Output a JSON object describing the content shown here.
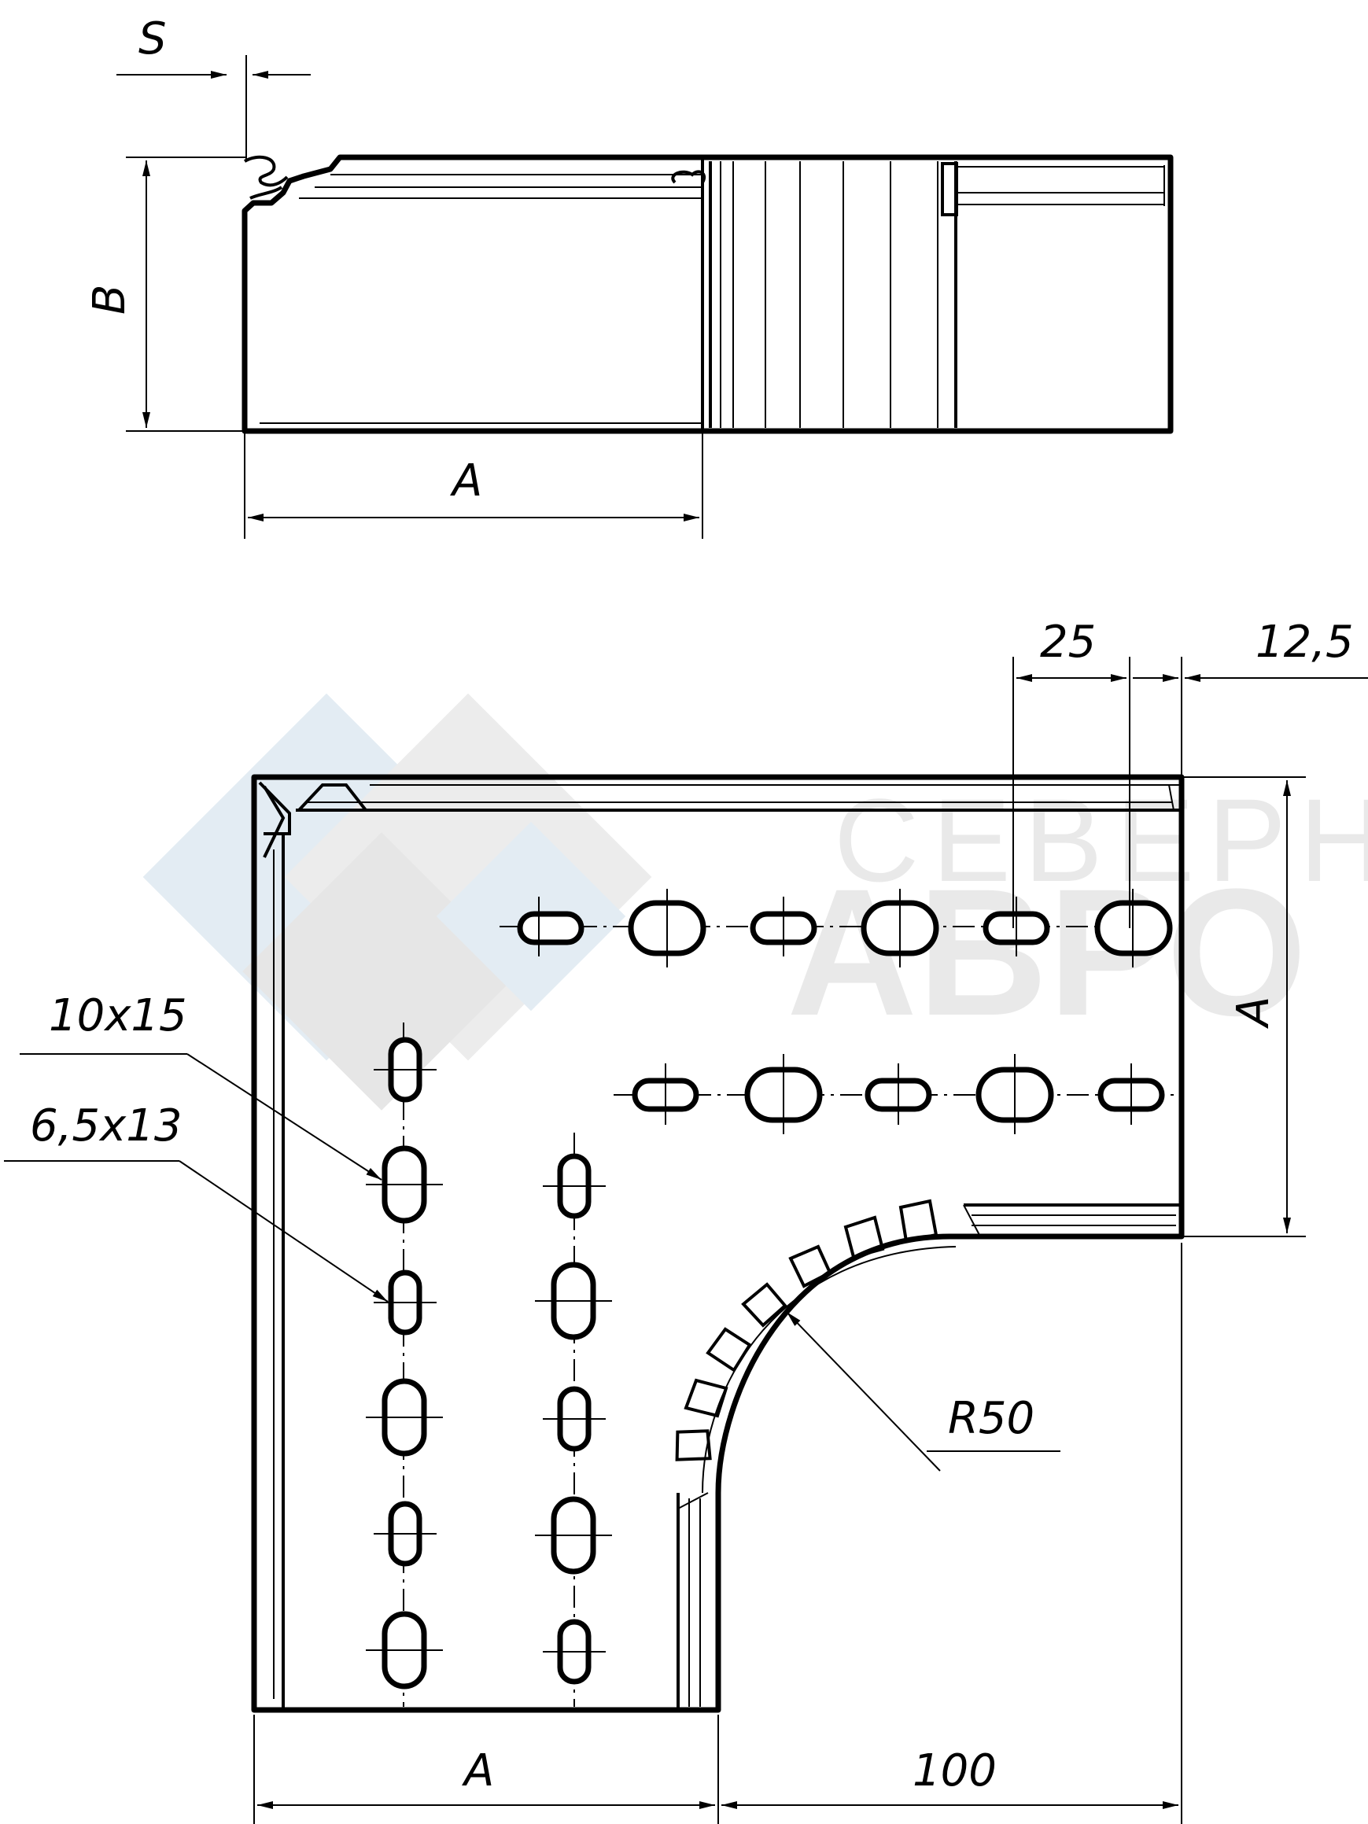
{
  "dimensions": {
    "top_s": "S",
    "top_b": "B",
    "top_a": "A",
    "bottom_25": "25",
    "bottom_12_5": "12,5",
    "bottom_a_right": "A",
    "bottom_a": "A",
    "bottom_100": "100",
    "hole_large": "10x15",
    "hole_small": "6,5x13",
    "radius": "R50"
  },
  "watermark": {
    "line1": "СЕВЕРН",
    "line2": "АВРО",
    "logo_color": "#dfe8ef"
  },
  "colors": {
    "line": "#000000",
    "background": "#ffffff"
  }
}
